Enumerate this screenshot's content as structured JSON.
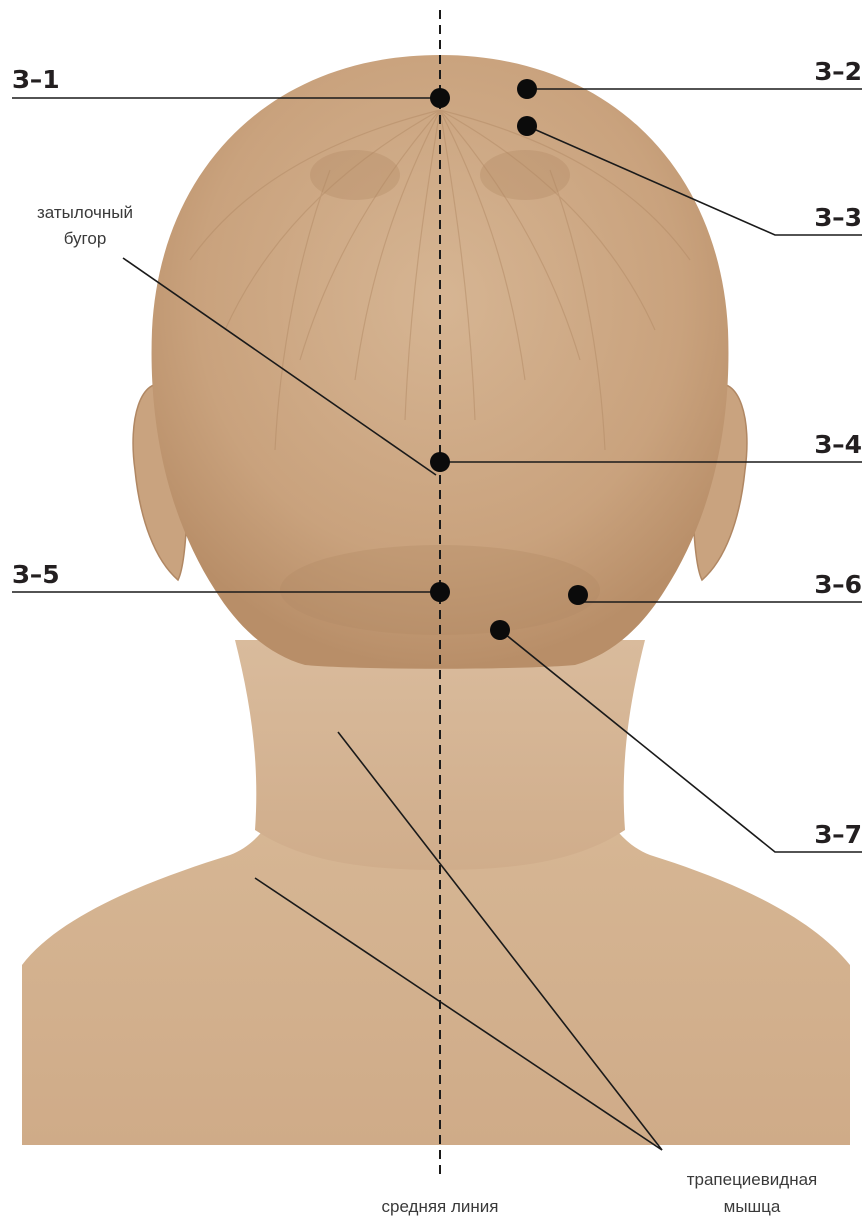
{
  "points": [
    {
      "id": "p1",
      "label": "З–1"
    },
    {
      "id": "p2",
      "label": "З–2"
    },
    {
      "id": "p3",
      "label": "З–3"
    },
    {
      "id": "p4",
      "label": "З–4"
    },
    {
      "id": "p5",
      "label": "З–5"
    },
    {
      "id": "p6",
      "label": "З–6"
    },
    {
      "id": "p7",
      "label": "З–7"
    }
  ],
  "annotations": {
    "occipital_line1": "затылочный",
    "occipital_line2": "бугор",
    "midline": "средняя линия",
    "trapezius_line1": "трапециевидная",
    "trapezius_line2": "мышца"
  },
  "colors": {
    "skin": "#d3b08f",
    "skin_light": "#dcbc9c",
    "skin_shadow": "#b8916d",
    "hair": "#c49a73",
    "ink": "#1a1a1a"
  }
}
